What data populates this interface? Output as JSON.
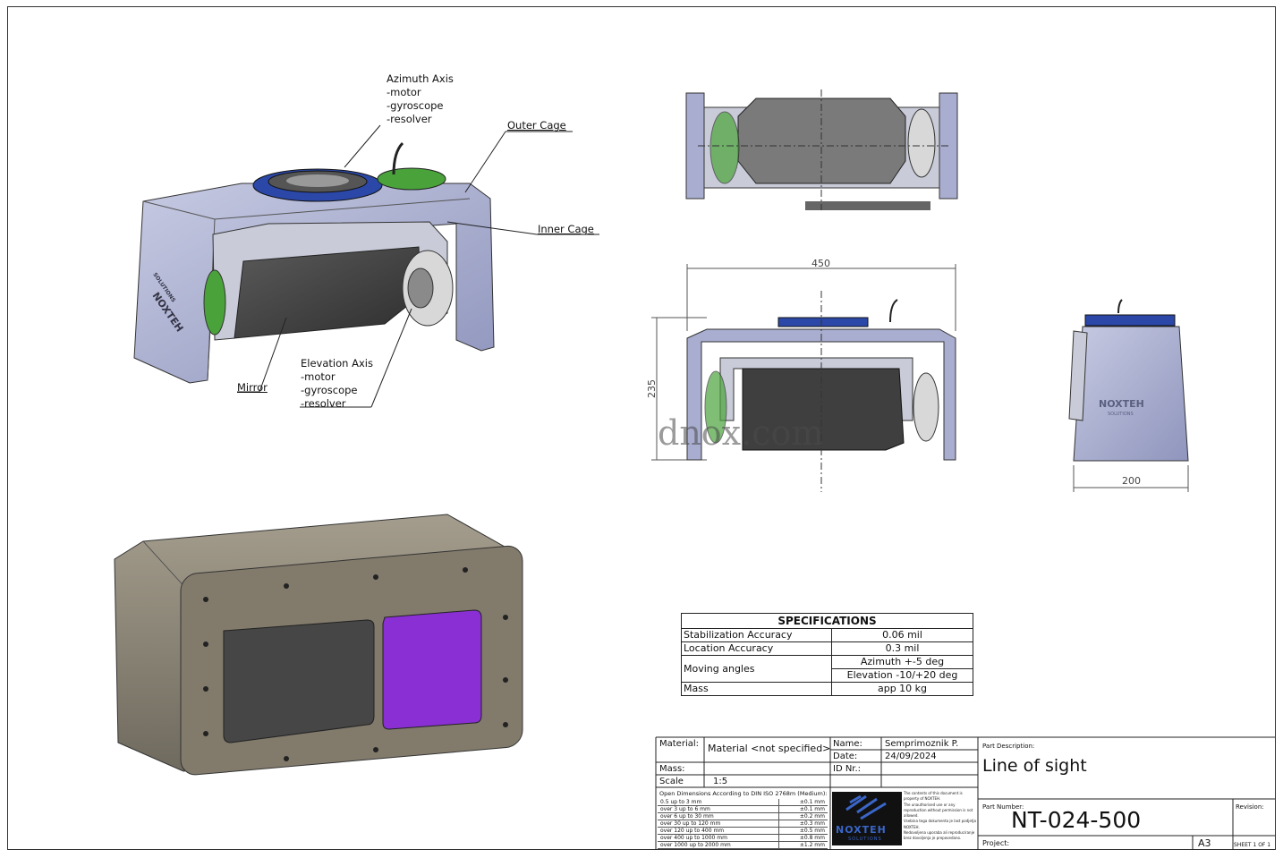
{
  "callouts": {
    "azimuth": [
      "Azimuth Axis",
      "-motor",
      "-gyroscope",
      "-resolver"
    ],
    "outer_cage": "Outer Cage",
    "inner_cage": "Inner Cage",
    "mirror": "Mirror",
    "elevation": [
      "Elevation Axis",
      "-motor",
      "-gyroscope",
      "-resolver"
    ]
  },
  "logo": {
    "name": "NOXTEH",
    "sub": "SOLUTIONS"
  },
  "dimensions": {
    "width": "450",
    "height": "235",
    "depth": "200"
  },
  "watermark": "dnox.com",
  "specifications": {
    "title": "SPECIFICATIONS",
    "rows": [
      {
        "label": "Stabilization Accuracy",
        "values": [
          "0.06 mil"
        ]
      },
      {
        "label": "Location Accuracy",
        "values": [
          "0.3 mil"
        ]
      },
      {
        "label": "Moving angles",
        "values": [
          "Azimuth +-5 deg",
          "Elevation -10/+20 deg"
        ]
      },
      {
        "label": "Mass",
        "values": [
          "app 10 kg"
        ]
      }
    ]
  },
  "title_block": {
    "material_label": "Material:",
    "material_value": "Material <not specified>",
    "mass_label": "Mass:",
    "scale_label": "Scale",
    "scale_value": "1:5",
    "name_label": "Name:",
    "name_value": "Semprimoznik P.",
    "date_label": "Date:",
    "date_value": "24/09/2024",
    "id_label": "ID Nr.:",
    "part_desc_label": "Part Description:",
    "part_desc_value": "Line of sight",
    "part_number_label": "Part Number:",
    "part_number_value": "NT-024-500",
    "revision_label": "Revision:",
    "project_label": "Project:",
    "size": "A3",
    "sheet": "SHEET 1 OF 1",
    "tolerance_title": "Open Dimensions According to DIN ISO 2768m (Medium):",
    "tolerances": [
      [
        "0.5 up to 3 mm",
        "±0.1 mm"
      ],
      [
        "over 3 up to 6 mm",
        "±0.1 mm"
      ],
      [
        "over 6 up to 30 mm",
        "±0.2 mm"
      ],
      [
        "over 30 up to 120 mm",
        "±0.3 mm"
      ],
      [
        "over 120 up to 400 mm",
        "±0.5 mm"
      ],
      [
        "over 400 up to 1000 mm",
        "±0.8 mm"
      ],
      [
        "over 1000 up to 2000 mm",
        "±1.2 mm"
      ]
    ],
    "copyright": [
      "The contents of this document is",
      "property of NOXTEH.",
      "The unauthorised use or any",
      "reproduction without permission is not",
      "allowed.",
      "Vsebina tega dokumenta je last podjetja",
      "NOXTEH.",
      "Nedovoljena uporaba ali reproduciranje",
      "brez dovoljenja je prepovedano."
    ]
  },
  "colors": {
    "housing": "#a9aed0",
    "blue_ring": "#2b48a8",
    "dark": "#3f3f3f",
    "tan": "#8a8374",
    "purple": "#8a2fd4",
    "green": "#4aa33a"
  }
}
